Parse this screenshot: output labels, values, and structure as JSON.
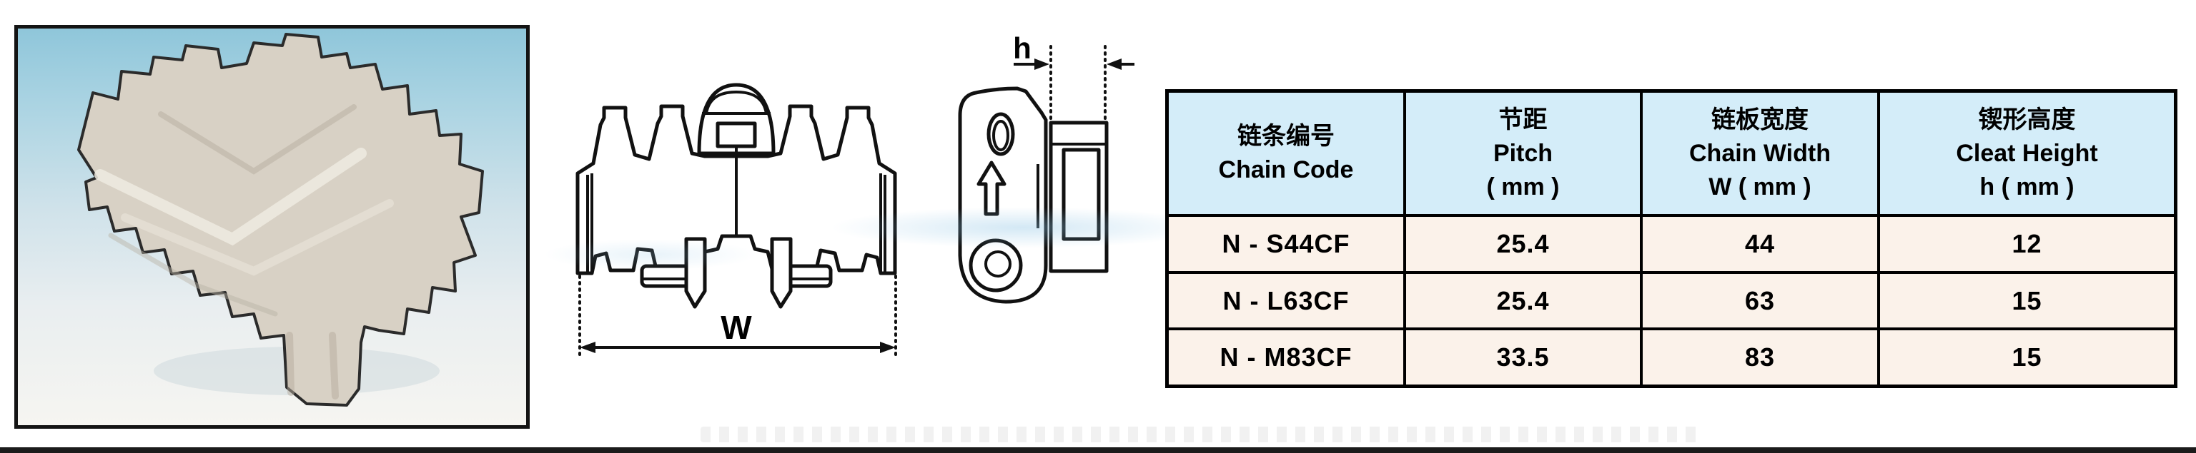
{
  "photo": {
    "description": "white plastic cleated chain module on blue gradient background"
  },
  "drawings": {
    "front_view": {
      "dimension_label": "W"
    },
    "side_view": {
      "dimension_label": "h"
    }
  },
  "table": {
    "columns": [
      {
        "zh": "链条编号",
        "en": "Chain Code",
        "unit": ""
      },
      {
        "zh": "节距",
        "en": "Pitch",
        "unit": "( mm )"
      },
      {
        "zh": "链板宽度",
        "en": "Chain Width",
        "unit": "W ( mm )"
      },
      {
        "zh": "锲形高度",
        "en": "Cleat Height",
        "unit": "h ( mm )"
      }
    ],
    "rows": [
      {
        "code": "N - S44CF",
        "pitch": "25.4",
        "width": "44",
        "height": "12"
      },
      {
        "code": "N - L63CF",
        "pitch": "25.4",
        "width": "63",
        "height": "15"
      },
      {
        "code": "N - M83CF",
        "pitch": "33.5",
        "width": "83",
        "height": "15"
      }
    ]
  },
  "colors": {
    "table_header_bg": "#d4edf9",
    "table_row_bg": "#fbf2ea",
    "table_border": "#000000",
    "drawing_line": "#111111",
    "photo_border": "#141414",
    "photo_bg_top": "#8fc6da",
    "photo_bg_bottom": "#f6f5f1",
    "part_fill": "#d8d1c5",
    "bottom_bar": "#1b1b1b"
  }
}
